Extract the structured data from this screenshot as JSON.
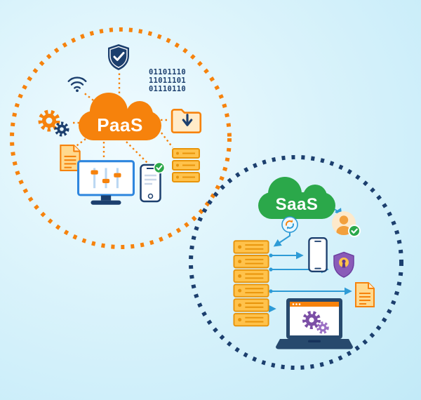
{
  "paas": {
    "label": "PaaS",
    "binary": [
      "01101110",
      "11011101",
      "01110110"
    ],
    "ring_color": "#F6820C",
    "cloud_color": "#F6820C"
  },
  "saas": {
    "label": "SaaS",
    "ring_color": "#1C3F6E",
    "cloud_color": "#2BA84A"
  },
  "colors": {
    "background": "#daf3fb",
    "connector_orange": "#F6820C",
    "connector_blue": "#2E9BD6",
    "navy": "#1C3F6E",
    "yellow": "#FFC24B",
    "yellow_dark": "#E8940A",
    "purple": "#7B4FA6",
    "green": "#2BA84A"
  },
  "icons": {
    "paas": [
      "shield-check-icon",
      "wifi-icon",
      "binary-code",
      "gears-icon",
      "folder-download-icon",
      "document-icon",
      "monitor-sliders-icon",
      "phone-check-icon",
      "server-icon"
    ],
    "saas": [
      "sync-icon",
      "user-check-icon",
      "server-stack-icon",
      "phone-icon",
      "shield-keyhole-icon",
      "document-icon",
      "laptop-gears-icon"
    ]
  }
}
